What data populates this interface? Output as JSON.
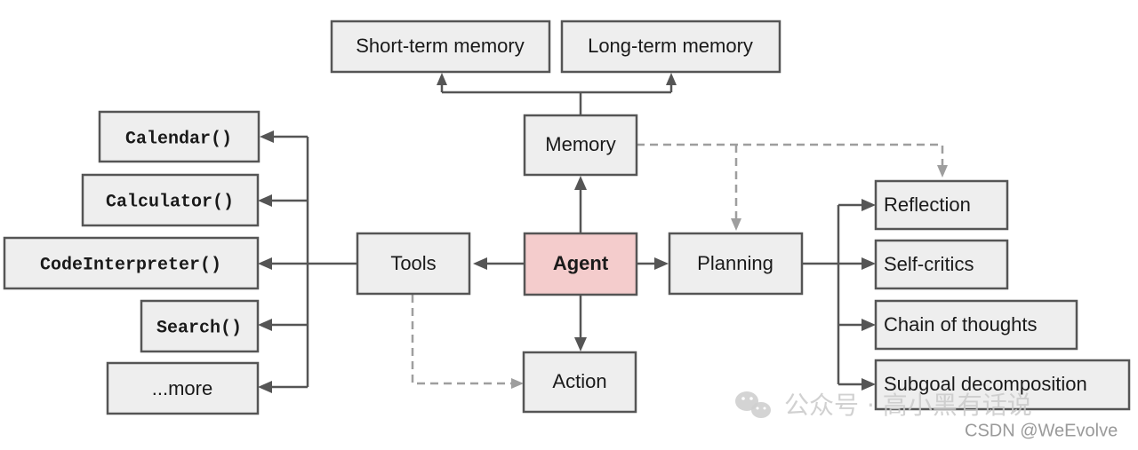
{
  "nodes": {
    "short_term_memory": "Short-term memory",
    "long_term_memory": "Long-term memory",
    "memory": "Memory",
    "agent": "Agent",
    "tools": "Tools",
    "planning": "Planning",
    "action": "Action",
    "reflection": "Reflection",
    "self_critics": "Self-critics",
    "chain_of_thoughts": "Chain of thoughts",
    "subgoal_decomposition": "Subgoal decomposition",
    "calendar": "Calendar()",
    "calculator": "Calculator()",
    "code_interpreter": "CodeInterpreter()",
    "search": "Search()",
    "more": "...more"
  },
  "colors": {
    "agent_fill": "#f4cccc",
    "node_fill": "#eeeeee",
    "border": "#555555",
    "dashed_edge": "#9e9e9e"
  },
  "watermark": {
    "icon": "wechat-icon",
    "text": "公众号 · 高小黑有话说",
    "credit": "CSDN @WeEvolve"
  }
}
